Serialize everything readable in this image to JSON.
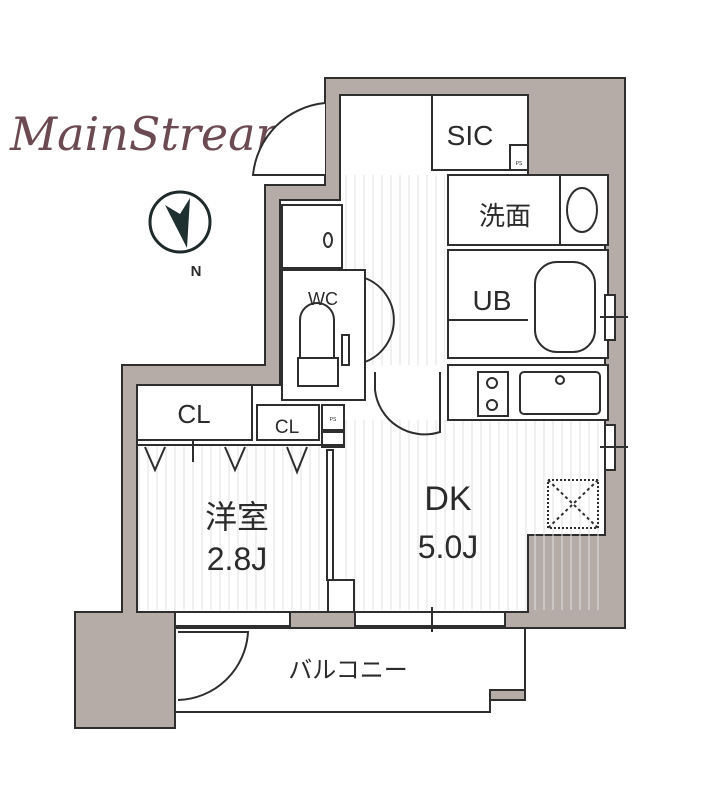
{
  "logo": {
    "text": "MainStream",
    "color": "#6b4a52"
  },
  "compass": {
    "label": "N",
    "icon": "north-arrow-icon"
  },
  "colors": {
    "wall": "#b5aca7",
    "line": "#2e2e2e",
    "floor_stripe": "#e4e4e4"
  },
  "rooms": {
    "sic": "SIC",
    "washroom": "洗面",
    "bath": "UB",
    "wc": "WC",
    "closet_large": "CL",
    "closet_small": "CL",
    "ps_top": "PS",
    "ps_bottom": "PS",
    "western_room": {
      "name": "洋室",
      "size": "2.8J"
    },
    "dk": {
      "name": "DK",
      "size": "5.0J"
    },
    "balcony": "バルコニー"
  }
}
